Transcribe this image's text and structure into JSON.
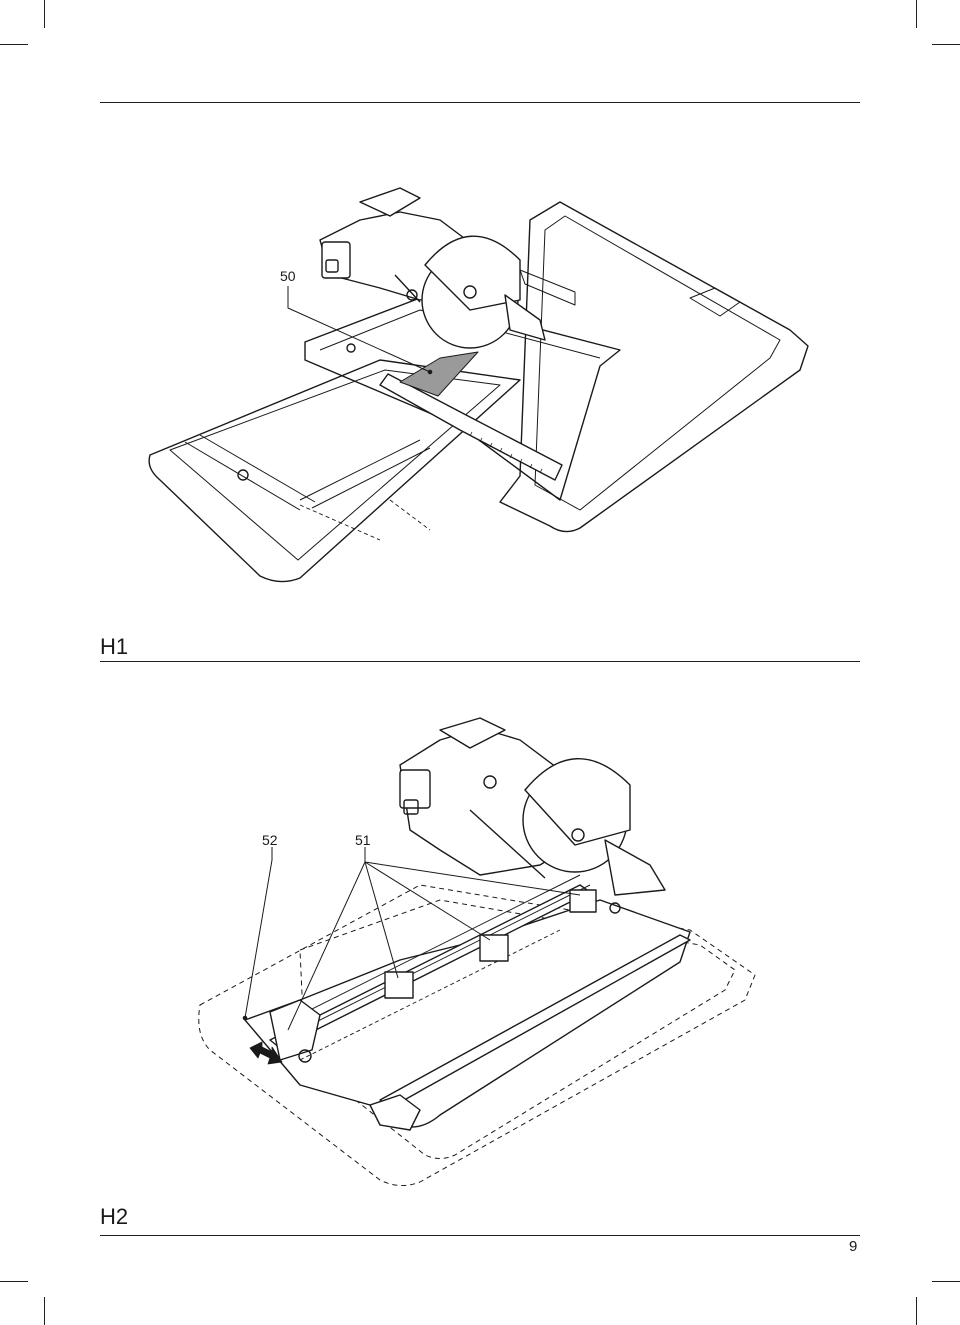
{
  "figures": [
    {
      "id": "H1",
      "label": "H1",
      "callouts": [
        "50"
      ],
      "illustration": "tile-saw-with-extension-table"
    },
    {
      "id": "H2",
      "label": "H2",
      "callouts": [
        "52",
        "51"
      ],
      "illustration": "tile-saw-rail-adjustment"
    }
  ],
  "page": {
    "number": "9"
  },
  "colors": {
    "ink": "#1a1a1a",
    "paper": "#ffffff",
    "shade": "#9a9a9a"
  }
}
